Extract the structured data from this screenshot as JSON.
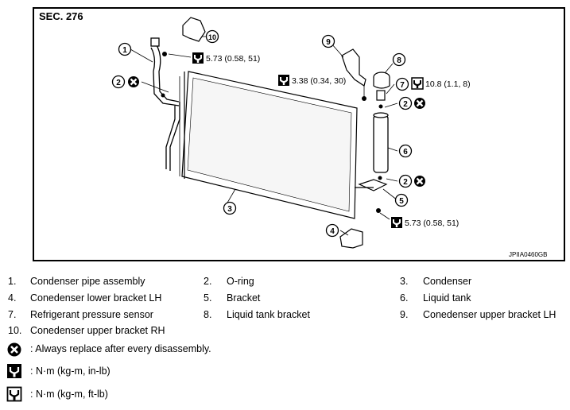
{
  "section_title": "SEC. 276",
  "figure_code": "JPIIA0460GB",
  "callouts": {
    "c1": "1",
    "c2a": "2",
    "c2b": "2",
    "c2c": "2",
    "c3": "3",
    "c4": "4",
    "c5": "5",
    "c6": "6",
    "c7": "7",
    "c8": "8",
    "c9": "9",
    "c10": "10"
  },
  "torques": {
    "t1": "5.73 (0.58, 51)",
    "t2": "3.38 (0.34, 30)",
    "t3": "10.8 (1.1, 8)",
    "t4": "5.73 (0.58, 51)"
  },
  "legend": [
    {
      "num": "1.",
      "label": "Condenser pipe assembly"
    },
    {
      "num": "2.",
      "label": "O-ring"
    },
    {
      "num": "3.",
      "label": "Condenser"
    },
    {
      "num": "4.",
      "label": "Conedenser lower bracket LH"
    },
    {
      "num": "5.",
      "label": "Bracket"
    },
    {
      "num": "6.",
      "label": "Liquid tank"
    },
    {
      "num": "7.",
      "label": "Refrigerant pressure sensor"
    },
    {
      "num": "8.",
      "label": "Liquid tank bracket"
    },
    {
      "num": "9.",
      "label": "Conedenser upper bracket LH"
    },
    {
      "num": "10.",
      "label": "Conedenser upper bracket RH"
    }
  ],
  "symbols": [
    {
      "icon": "replace-x-icon",
      "text": ": Always replace after every disassembly."
    },
    {
      "icon": "torque-wrench-icon",
      "text": ": N·m (kg-m, in-lb)"
    },
    {
      "icon": "torque-wrench-open-icon",
      "text": ": N·m (kg-m, ft-lb)"
    }
  ]
}
